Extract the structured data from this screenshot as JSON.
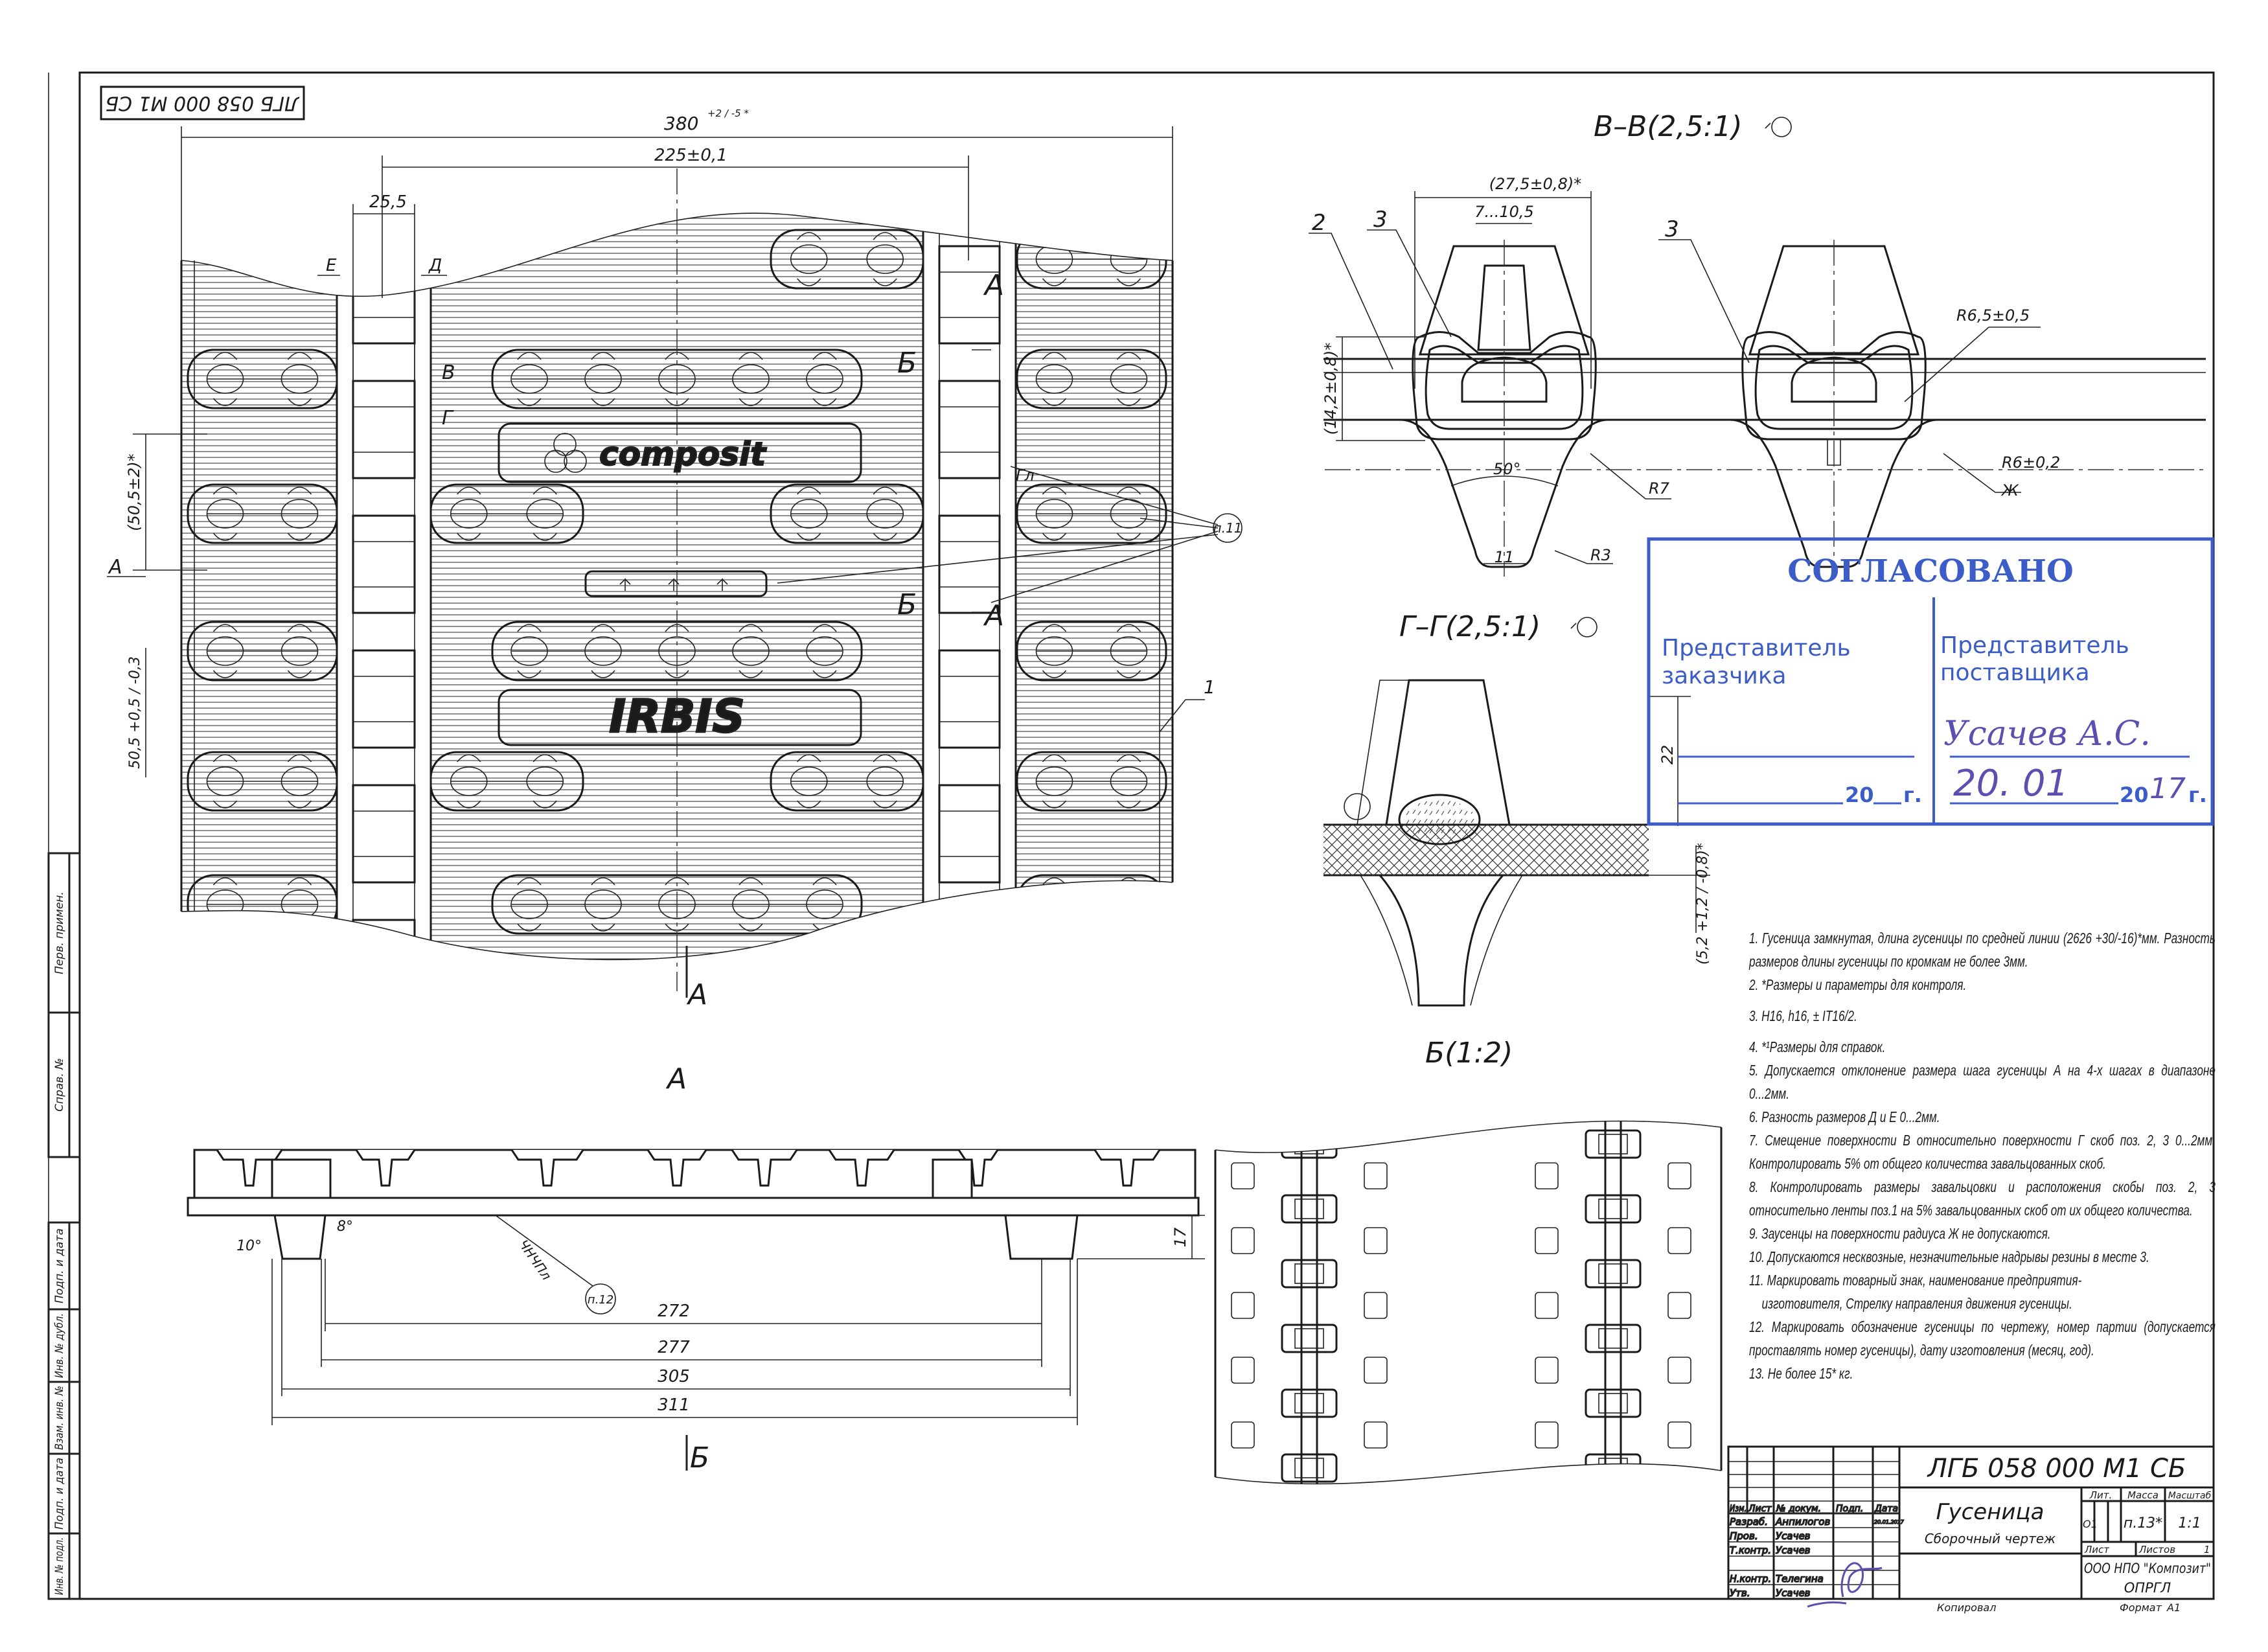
{
  "doc_code_rotated": "ЛГБ 058 000 М1 СБ",
  "top_view": {
    "dim_overall": "380",
    "dim_overall_tol": "+2 / -5 *",
    "dim_pitch": "225±0,1",
    "dim_guide": "25,5",
    "label_E": "Е",
    "label_D": "Д",
    "label_V": "В",
    "label_G": "Г",
    "label_Gl": "Гл",
    "section_B_1": "Б",
    "section_B_2": "Б",
    "section_A_1": "А",
    "section_A_2": "А",
    "section_A_bottom": "А",
    "dim_pitch_ctrl": "(50,5±2)*",
    "label_A_pitch": "А",
    "dim_pitch_ref": "50,5 +0,5 / -0,3",
    "callout_p11": "п.11",
    "callout_pos1": "1",
    "logo_text": "composit",
    "brand_text": "IRBIS"
  },
  "view_a": {
    "title": "А",
    "dims": [
      "272",
      "277",
      "305",
      "311"
    ],
    "dim_height": "17",
    "angle_1": "10°",
    "angle_2": "8°",
    "callout_p12": "п.12",
    "marking": "ЧНЧПл",
    "view_b_arrow": "Б"
  },
  "section_vv": {
    "title": "В–В(2,5:1)",
    "dim_width": "(27,5±0,8)*",
    "dim_gap": "7...10,5",
    "pos_2": "2",
    "pos_3a": "3",
    "pos_3b": "3",
    "r_65": "R6,5±0,5",
    "dim_height": "(14,2±0,8)*",
    "angle": "50°",
    "r_7": "R7",
    "r_6": "R6±0,2",
    "label_zh": "Ж",
    "dim_11": "11",
    "r_3": "R3"
  },
  "section_gg": {
    "title": "Г–Г(2,5:1)",
    "dim_22": "22",
    "dim_52": "(5,2 +1,2 / -0,8)*"
  },
  "view_b": {
    "title": "Б(1:2)"
  },
  "stamp": {
    "title": "СОГЛАСОВАНО",
    "left_line1": "Представитель",
    "left_line2": "заказчика",
    "right_line1": "Представитель",
    "right_line2": "поставщика",
    "year_prefix_left": "20",
    "year_suffix_left": "г.",
    "signature": "Усачев А.С.",
    "date_handwritten": "20. 01",
    "year_prefix_right": "20",
    "year_handwritten": "17",
    "year_suffix_right": "г.",
    "color": "#3c5cc8"
  },
  "notes": [
    "1. Гусеница замкнутая, длина гусеницы по средней линии (2626 +30/-16)*мм. Разность размеров длины гусеницы по кромкам не более 3мм.",
    "2. *Размеры и параметры для контроля.",
    "3. H16, h16, ± IT16/2.",
    "4. *¹Размеры для справок.",
    "5. Допускается отклонение размера шага гусеницы А на 4-х шагах в диапазоне 0...2мм.",
    "6. Разность размеров Д и Е 0...2мм.",
    "7. Смещение поверхности В относительно поверхности Г скоб поз. 2, 3 0...2мм. Контролировать 5% от общего количества завальцованных скоб.",
    "8. Контролировать размеры завальцовки и расположения скобы поз. 2, 3 относительно ленты поз.1 на 5% завальцованных скоб от их общего количества.",
    "9. Заусенцы на поверхности радиуса Ж не допускаются.",
    "10. Допускаются несквозные, незначительные надрывы резины в месте 3.",
    "11. Маркировать товарный знак, наименование предприятия-",
    "изготовителя, Стрелку направления движения гусеницы.",
    "12. Маркировать обозначение гусеницы по чертежу, номер партии (допускается проставлять номер гусеницы), дату изготовления (месяц, год).",
    "13. Не более 15* кг."
  ],
  "title_block": {
    "doc_number": "ЛГБ 058 000 М1 СБ",
    "name": "Гусеница",
    "doc_type": "Сборочный чертеж",
    "headers": {
      "izm": "Изм.",
      "list": "Лист",
      "doc_no": "№ докум.",
      "sign": "Подп.",
      "date": "Дата"
    },
    "roles": [
      {
        "role": "Разраб.",
        "name": "Анпилогов",
        "date": "20.01.2017"
      },
      {
        "role": "Пров.",
        "name": "Усачев",
        "date": ""
      },
      {
        "role": "Т.контр.",
        "name": "Усачев",
        "date": ""
      },
      {
        "role": "",
        "name": "",
        "date": ""
      },
      {
        "role": "Н.контр.",
        "name": "Телегина",
        "date": ""
      },
      {
        "role": "Утв.",
        "name": "Усачев",
        "date": ""
      }
    ],
    "lit_label": "Лит.",
    "mass_label": "Масса",
    "scale_label": "Масштаб",
    "lit_value": "О1",
    "mass_value": "п.13*",
    "scale_value": "1:1",
    "sheet_label": "Лист",
    "sheets_label": "Листов",
    "sheets_value": "1",
    "company_line1": "ООО НПО \"Композит\"",
    "company_line2": "ОПРГЛ",
    "copied_label": "Копировал",
    "format_label": "Формат",
    "format_value": "А1"
  },
  "side_strip": [
    "Перв. примен.",
    "Справ. №",
    "Подп. и дата",
    "Инв. № дубл.",
    "Взам. инв. №",
    "Подп. и дата",
    "Инв. № подл."
  ]
}
